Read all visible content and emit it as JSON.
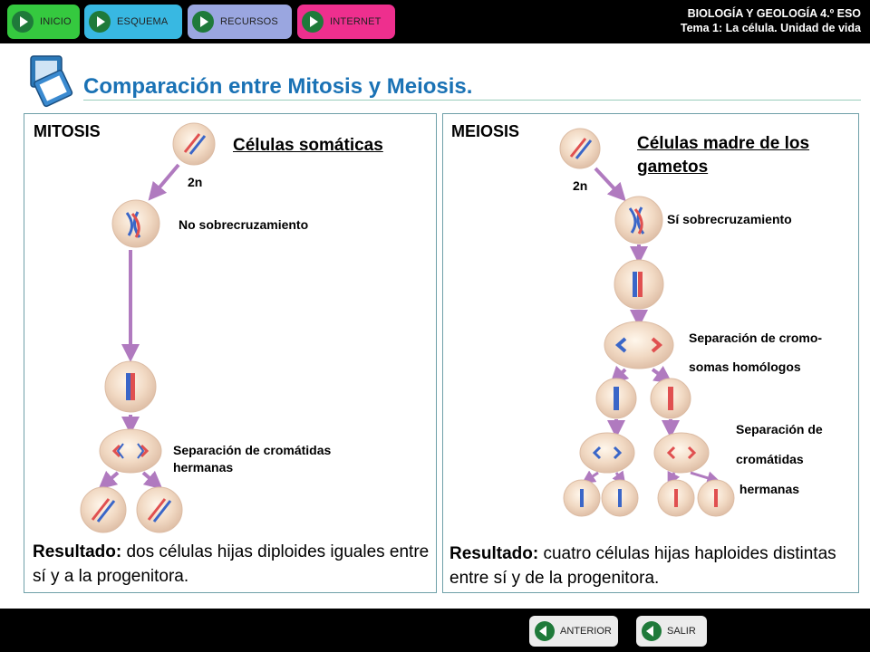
{
  "nav": {
    "inicio": "INICIO",
    "esquema": "ESQUEMA",
    "recursos": "RECURSOS",
    "internet": "INTERNET"
  },
  "header": {
    "subject": "BIOLOGÍA Y GEOLOGÍA 4.º ESO",
    "unit": "Tema 1: La célula. Unidad de vida"
  },
  "page_title": "Comparación entre Mitosis y Meiosis.",
  "mitosis": {
    "title": "MITOSIS",
    "cell_type": "Células somáticas",
    "ploidy": "2n",
    "crossover": "No sobrecruzamiento",
    "separation_line1": "Separación de cromátidas",
    "separation_line2": "hermanas",
    "result_label": "Resultado:",
    "result_text": " dos células hijas diploides iguales entre sí y a la progenitora."
  },
  "meiosis": {
    "title": "MEIOSIS",
    "cell_type": "Células madre de los gametos",
    "ploidy": "2n",
    "crossover": "Sí  sobrecruzamiento",
    "homologs_line1": "Separación de cromo-",
    "homologs_line2": "somas homólogos",
    "chromatids_line1": "Separación de",
    "chromatids_line2": "cromátidas",
    "chromatids_line3": " hermanas",
    "result_label": "Resultado:",
    "result_text": " cuatro células hijas haploides distintas entre sí y de la progenitora."
  },
  "footer": {
    "anterior": "ANTERIOR",
    "salir": "SALIR"
  },
  "colors": {
    "inicio": "#35c93f",
    "esquema": "#38b8e2",
    "recursos": "#9aa6e0",
    "internet": "#ee2f8e",
    "title": "#1a72b5",
    "arrow": "#b07abf",
    "chromosome_red": "#e05050",
    "chromosome_blue": "#3a66c8"
  }
}
